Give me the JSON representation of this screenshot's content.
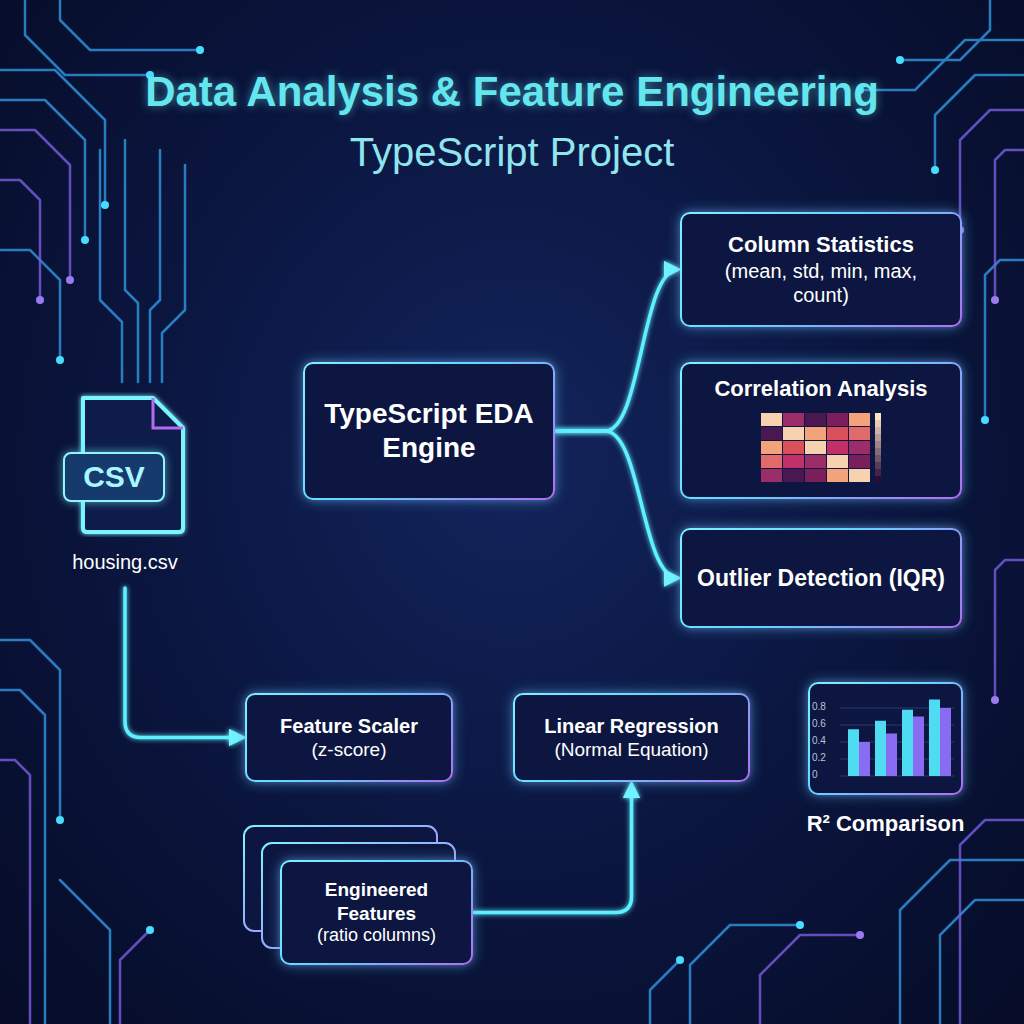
{
  "diagram": {
    "title": "Data Analysis & Feature Engineering",
    "nodes": [
      {
        "text": [
          "CSV",
          "housing.csv"
        ]
      },
      {
        "text": [
          "TypeScript EDA Engine"
        ]
      },
      {
        "text": [
          "Column Statistics",
          "(mean, std, min, max, count)"
        ]
      },
      {
        "text": [
          "Correlation Analysis"
        ]
      },
      {
        "text": [
          "Outlier Detection (IQR)"
        ]
      },
      {
        "text": [
          "Feature Scaler",
          "(z-score)"
        ]
      },
      {
        "text": [
          "Linear Regression",
          "(Normal Equation)"
        ]
      },
      {
        "text": [
          "R² Comparison"
        ]
      },
      {
        "text": [
          "Engineered Features",
          "(ratio columns)"
        ]
      }
    ],
    "edges": [
      {
        "from": 0,
        "to": 1,
        "arrow": "to"
      },
      {
        "from": 1,
        "to": 2,
        "arrow": "to"
      },
      {
        "from": 1,
        "to": 3,
        "arrow": "to"
      },
      {
        "from": 1,
        "to": 4,
        "arrow": "to"
      },
      {
        "from": 0,
        "to": 5,
        "arrow": "to"
      },
      {
        "from": 5,
        "to": 6,
        "arrow": "to"
      },
      {
        "from": 6,
        "to": 7,
        "arrow": "to"
      },
      {
        "from": 8,
        "to": 6,
        "arrow": "to"
      }
    ],
    "labels": [
      "TypeScript Project",
      "0.8",
      "0.6",
      "0.4",
      "0.2",
      "0"
    ]
  }
}
